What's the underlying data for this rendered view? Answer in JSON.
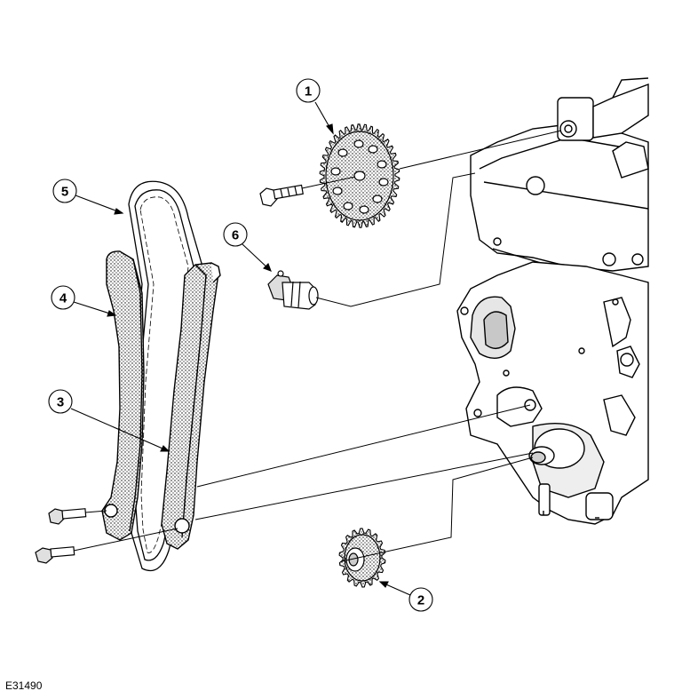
{
  "figure_id": "E31490",
  "callouts": [
    {
      "id": "callout-1",
      "label": "1"
    },
    {
      "id": "callout-2",
      "label": "2"
    },
    {
      "id": "callout-3",
      "label": "3"
    },
    {
      "id": "callout-4",
      "label": "4"
    },
    {
      "id": "callout-5",
      "label": "5"
    },
    {
      "id": "callout-6",
      "label": "6"
    }
  ],
  "colors": {
    "line": "#000000",
    "fill_light": "#ffffff",
    "fill_shaded": "#d9d9d9",
    "fill_dark": "#a0a0a0"
  }
}
